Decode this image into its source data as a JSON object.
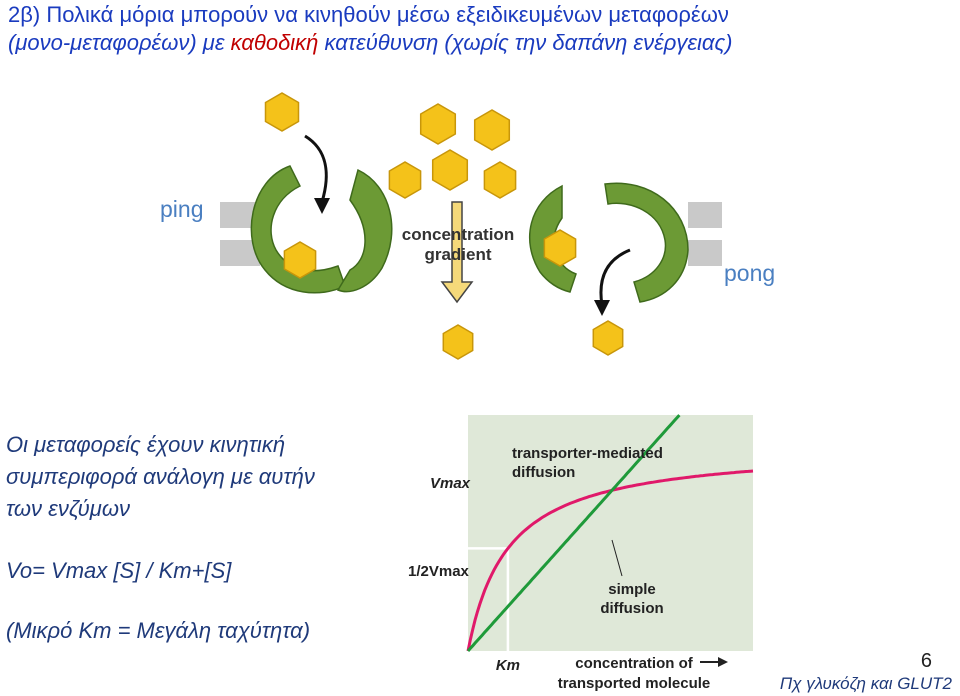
{
  "title": {
    "line1": "2β) Πολικά μόρια μπορούν να κινηθούν μέσω εξειδικευμένων μεταφορέων",
    "line2_prefix": "(μονο-μεταφορέων) με ",
    "line2_highlight": "καθοδική",
    "line2_suffix": " κατεύθυνση (χωρίς την δαπάνη ενέργειας)"
  },
  "diagram": {
    "left_label": "ping",
    "right_label": "pong",
    "gradient_line1": "concentration",
    "gradient_line2": "gradient",
    "colors": {
      "protein": "#6c9a35",
      "molecule": "#f4c21a",
      "membrane": "#c9c9c9",
      "arrow_fill": "#f5d97a"
    }
  },
  "body": {
    "line1": "Οι μεταφορείς έχουν κινητική",
    "line2": "συμπεριφορά ανάλογη με αυτήν",
    "line3": "των ενζύμων",
    "equation": "Vo= Vmax [S] / Km+[S]",
    "note": "(Μικρό Km = Μεγάλη ταχύτητα)"
  },
  "chart_data": {
    "type": "line",
    "y_tick_labels": [
      "Vmax",
      "1/2Vmax"
    ],
    "x_tick_labels": [
      "Km"
    ],
    "xlabel_line1": "concentration of",
    "xlabel_line2": "transported molecule",
    "series_labels": {
      "transporter_line1": "transporter-mediated",
      "transporter_line2": "diffusion",
      "simple_line1": "simple",
      "simple_line2": "diffusion"
    },
    "colors": {
      "transporter": "#e0196a",
      "simple": "#1f9a3a",
      "background": "#dfe8d8"
    },
    "ylim": [
      0,
      1.15
    ],
    "xlim": [
      0,
      1
    ],
    "series": [
      {
        "id": "transporter",
        "kind": "hyperbolic",
        "vmax": 1.0,
        "km": 0.14
      },
      {
        "id": "simple",
        "kind": "linear",
        "slope": 1.55
      }
    ]
  },
  "footer": {
    "slide_number": "6",
    "note": "Πχ γλυκόζη και GLUT2"
  }
}
